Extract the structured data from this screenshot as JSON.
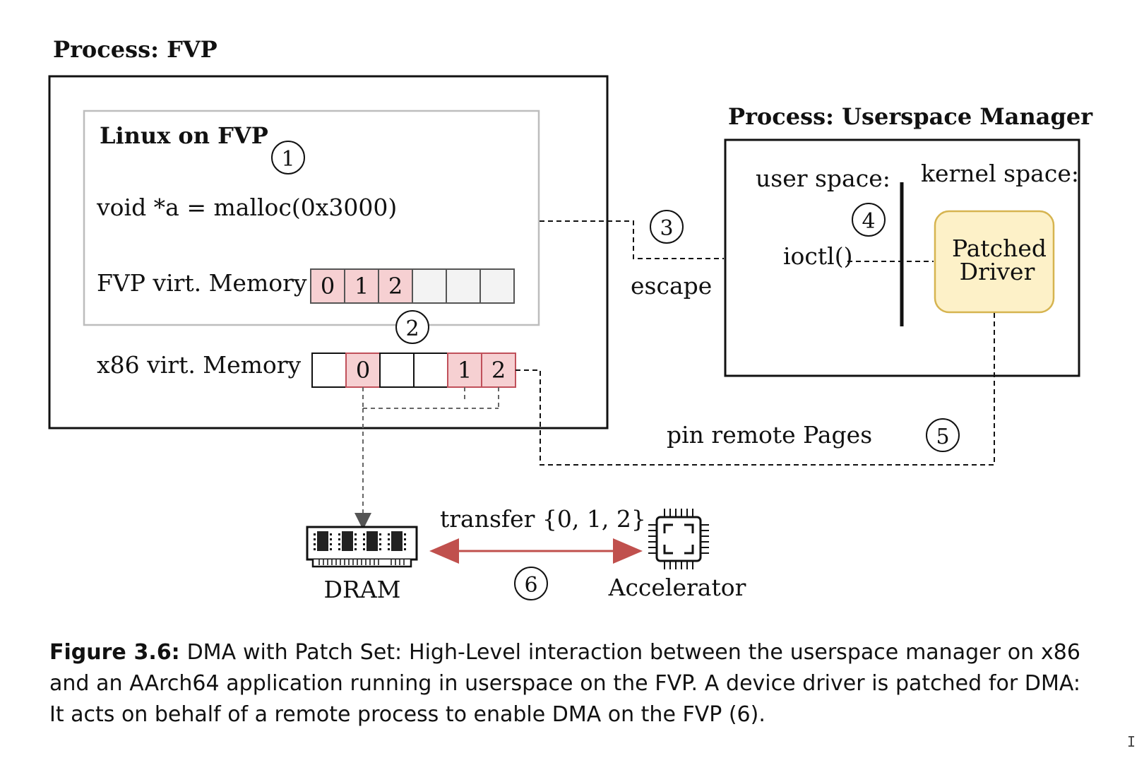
{
  "process_fvp": {
    "title": "Process: FVP",
    "linux": {
      "title": "Linux on FVP",
      "code": "void *a = malloc(0x3000)",
      "fvp_mem_label": "FVP virt. Memory",
      "fvp_cells": [
        "0",
        "1",
        "2",
        "",
        "",
        ""
      ]
    },
    "x86_mem_label": "x86 virt. Memory",
    "x86_cells": [
      "",
      "0",
      "",
      "",
      "1",
      "2"
    ]
  },
  "process_usm": {
    "title": "Process: Userspace Manager",
    "user_space": "user space:",
    "kernel_space": "kernel space:",
    "ioctl": "ioctl()",
    "driver_line1": "Patched",
    "driver_line2": "Driver"
  },
  "labels": {
    "escape": "escape",
    "pin": "pin remote Pages",
    "transfer": "transfer {0, 1, 2}",
    "dram": "DRAM",
    "accelerator": "Accelerator"
  },
  "steps": [
    "1",
    "2",
    "3",
    "4",
    "5",
    "6"
  ],
  "caption": {
    "label": "Figure 3.6:",
    "text": "DMA with Patch Set: High-Level interaction between the userspace manager on x86 and an AArch64 application running in userspace on the FVP. A device driver is patched for DMA: It acts on behalf of a remote process to enable DMA on the FVP (6)."
  },
  "colors": {
    "page_fill": "#f6d0d2",
    "page_stroke": "#c0505a",
    "empty_fill": "#f3f3f3",
    "driver_fill": "#fdf1c8",
    "driver_stroke": "#d6b450",
    "arrow_red": "#c0504d",
    "line": "#111111"
  }
}
